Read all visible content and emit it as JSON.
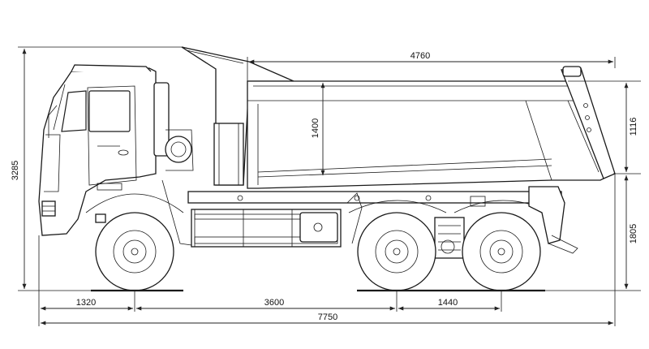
{
  "diagram": {
    "subject": "dump truck side elevation",
    "dimensions": {
      "body_length": "4760",
      "body_height": "1400",
      "body_top_height": "1116",
      "frame_height": "1805",
      "overall_height": "3285",
      "front_overhang": "1320",
      "wheelbase": "3600",
      "rear_axle_spacing": "1440",
      "overall_length": "7750"
    }
  }
}
